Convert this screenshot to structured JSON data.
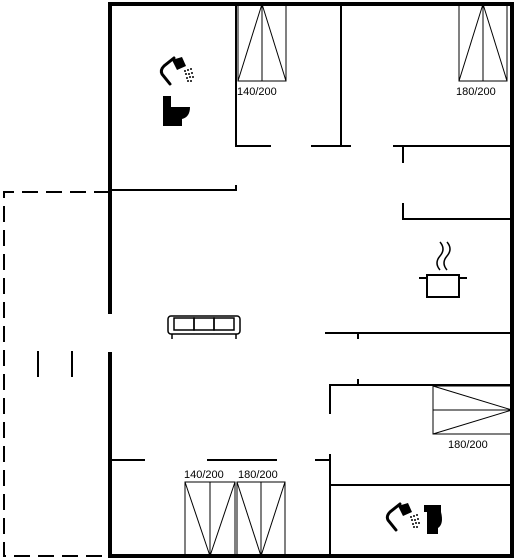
{
  "floor_plan": {
    "beds": [
      {
        "label": "140/200"
      },
      {
        "label": "180/200"
      },
      {
        "label": "180/200"
      },
      {
        "label": "140/200"
      },
      {
        "label": "180/200"
      }
    ],
    "icons": [
      "shower-icon",
      "toilet-icon",
      "cooking-pot-icon",
      "sofa-icon",
      "shower-icon",
      "toilet-icon"
    ]
  }
}
